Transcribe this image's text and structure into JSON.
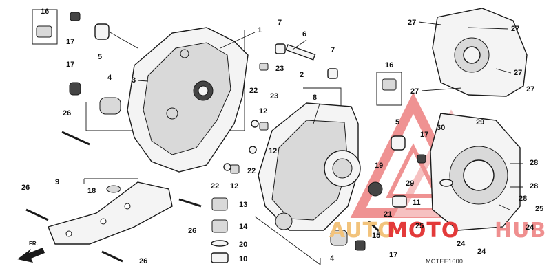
{
  "diagram_code": "MCTEE1600",
  "direction_marker": "FR.",
  "watermark": {
    "text_a": "AUTO",
    "text_b": "MOTO",
    "text_c": "HUB",
    "colors": {
      "a": "#f2c37c",
      "b": "#e33a3a",
      "c": "#ef8f8f"
    }
  },
  "callouts": [
    {
      "id": "c16a",
      "text": "16"
    },
    {
      "id": "c17a",
      "text": "17"
    },
    {
      "id": "c5a",
      "text": "5"
    },
    {
      "id": "c17b",
      "text": "17"
    },
    {
      "id": "c4a",
      "text": "4"
    },
    {
      "id": "c3",
      "text": "3"
    },
    {
      "id": "c1",
      "text": "1"
    },
    {
      "id": "c7a",
      "text": "7"
    },
    {
      "id": "c6",
      "text": "6"
    },
    {
      "id": "c7b",
      "text": "7"
    },
    {
      "id": "c23a",
      "text": "23"
    },
    {
      "id": "c2",
      "text": "2"
    },
    {
      "id": "c22a",
      "text": "22"
    },
    {
      "id": "c23b",
      "text": "23"
    },
    {
      "id": "c12a",
      "text": "12"
    },
    {
      "id": "c8",
      "text": "8"
    },
    {
      "id": "c12b",
      "text": "12"
    },
    {
      "id": "c22b",
      "text": "22"
    },
    {
      "id": "c26a",
      "text": "26"
    },
    {
      "id": "c9",
      "text": "9"
    },
    {
      "id": "c18",
      "text": "18"
    },
    {
      "id": "c26b",
      "text": "26"
    },
    {
      "id": "c22c",
      "text": "22"
    },
    {
      "id": "c12c",
      "text": "12"
    },
    {
      "id": "c13",
      "text": "13"
    },
    {
      "id": "c26c",
      "text": "26"
    },
    {
      "id": "c14",
      "text": "14"
    },
    {
      "id": "c20",
      "text": "20"
    },
    {
      "id": "c10",
      "text": "10"
    },
    {
      "id": "c26d",
      "text": "26"
    },
    {
      "id": "c16b",
      "text": "16"
    },
    {
      "id": "c5b",
      "text": "5"
    },
    {
      "id": "c17c",
      "text": "17"
    },
    {
      "id": "c19",
      "text": "19"
    },
    {
      "id": "c11",
      "text": "11"
    },
    {
      "id": "c21",
      "text": "21"
    },
    {
      "id": "c15",
      "text": "15"
    },
    {
      "id": "c4b",
      "text": "4"
    },
    {
      "id": "c17d",
      "text": "17"
    },
    {
      "id": "c27a",
      "text": "27"
    },
    {
      "id": "c27b",
      "text": "27"
    },
    {
      "id": "c27c",
      "text": "27"
    },
    {
      "id": "c27d",
      "text": "27"
    },
    {
      "id": "c27e",
      "text": "27"
    },
    {
      "id": "c30",
      "text": "30"
    },
    {
      "id": "c29a",
      "text": "29"
    },
    {
      "id": "c28a",
      "text": "28"
    },
    {
      "id": "c28b",
      "text": "28"
    },
    {
      "id": "c29b",
      "text": "29"
    },
    {
      "id": "c28c",
      "text": "28"
    },
    {
      "id": "c25a",
      "text": "25"
    },
    {
      "id": "c25b",
      "text": "25"
    },
    {
      "id": "c24a",
      "text": "24"
    },
    {
      "id": "c24b",
      "text": "24"
    },
    {
      "id": "c24c",
      "text": "24"
    }
  ]
}
